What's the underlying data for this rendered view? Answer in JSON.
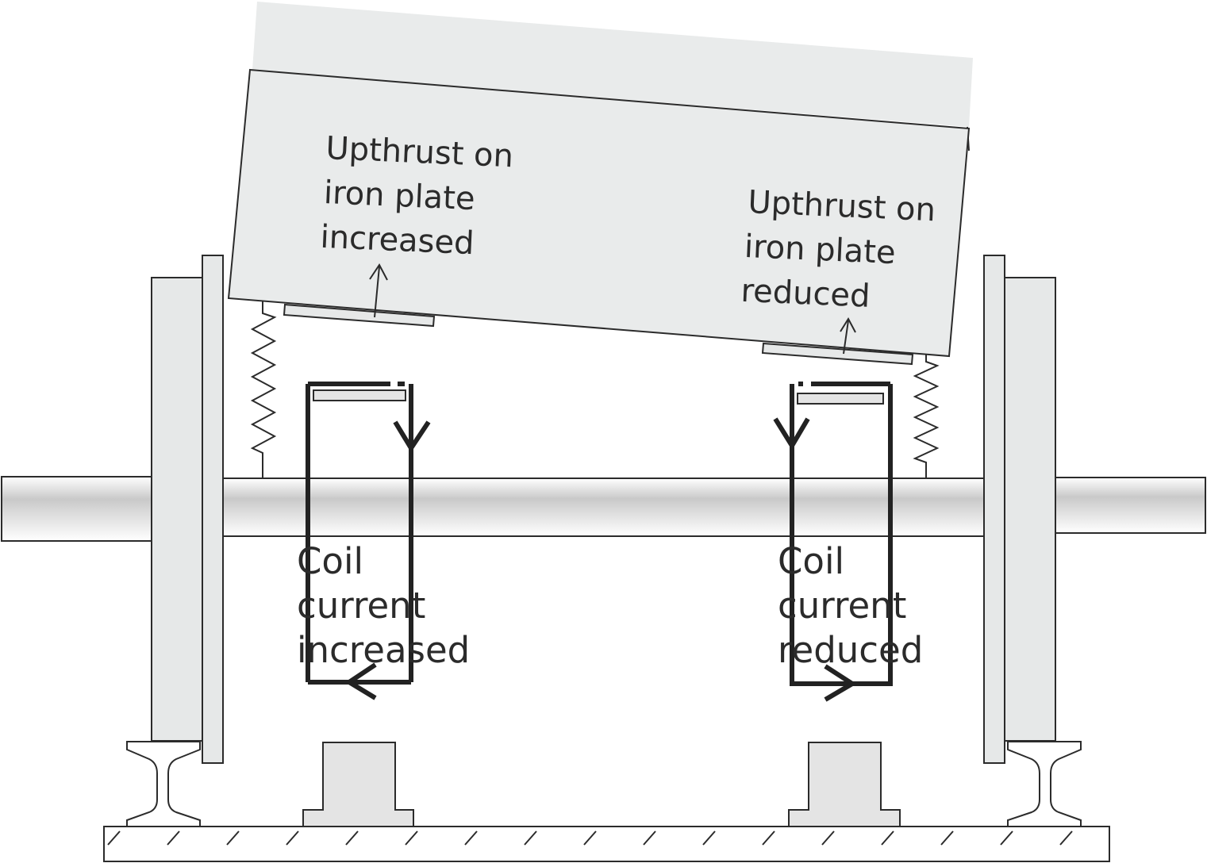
{
  "labels": {
    "upthrust_left": [
      "Upthrust on",
      "iron plate",
      "increased"
    ],
    "upthrust_right": [
      "Upthrust on",
      "iron plate",
      "reduced"
    ],
    "coil_left": [
      "Coil",
      "current",
      "increased"
    ],
    "coil_right": [
      "Coil",
      "current",
      "reduced"
    ]
  },
  "colors": {
    "body_fill": "#e9ebeb",
    "wheel_fill": "#e6e8e8",
    "outline": "#2b2b2b",
    "coil_stroke": "#222222",
    "axle_shade": "#cfcfcf",
    "magnet_fill": "#e4e4e4"
  }
}
